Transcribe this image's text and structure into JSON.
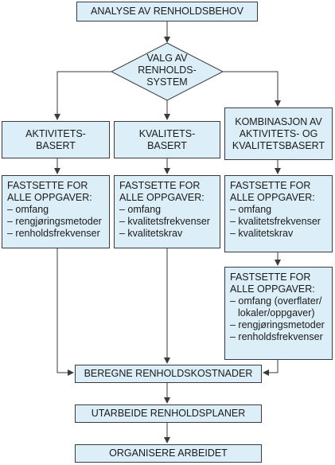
{
  "top": "ANALYSE AV RENHOLDSBEHOV",
  "decision": [
    "VALG AV",
    "RENHOLDS-",
    "SYSTEM"
  ],
  "options": [
    [
      "AKTIVITETS-",
      "BASERT"
    ],
    [
      "KVALITETS-",
      "BASERT"
    ],
    [
      "KOMBINASJON AV",
      "AKTIVITETS- OG",
      "KVALITETSBASERT"
    ]
  ],
  "tasks": [
    {
      "head": [
        "FASTSETTE FOR",
        "ALLE OPPGAVER:"
      ],
      "items": [
        "– omfang",
        "– rengjøringsmetoder",
        "– renholdsfrekvenser"
      ]
    },
    {
      "head": [
        "FASTSETTE FOR",
        "ALLE OPPGAVER:"
      ],
      "items": [
        "– omfang",
        "– kvalitetsfrekvenser",
        "– kvalitetskrav"
      ]
    },
    {
      "head": [
        "FASTSETTE FOR",
        "ALLE OPPGAVER:"
      ],
      "items": [
        "– omfang",
        "– kvalitetsfrekvenser",
        "– kvalitetskrav"
      ]
    },
    {
      "head": [
        "FASTSETTE FOR",
        "ALLE OPPGAVER:"
      ],
      "items": [
        "– omfang (overflater/ lokaler/oppgaver)",
        "– rengjøringsmetoder",
        "– renholdsfrekvenser"
      ]
    }
  ],
  "steps": [
    "BEREGNE RENHOLDSKOSTNADER",
    "UTARBEIDE RENHOLDSPLANER",
    "ORGANISERE ARBEIDET"
  ]
}
